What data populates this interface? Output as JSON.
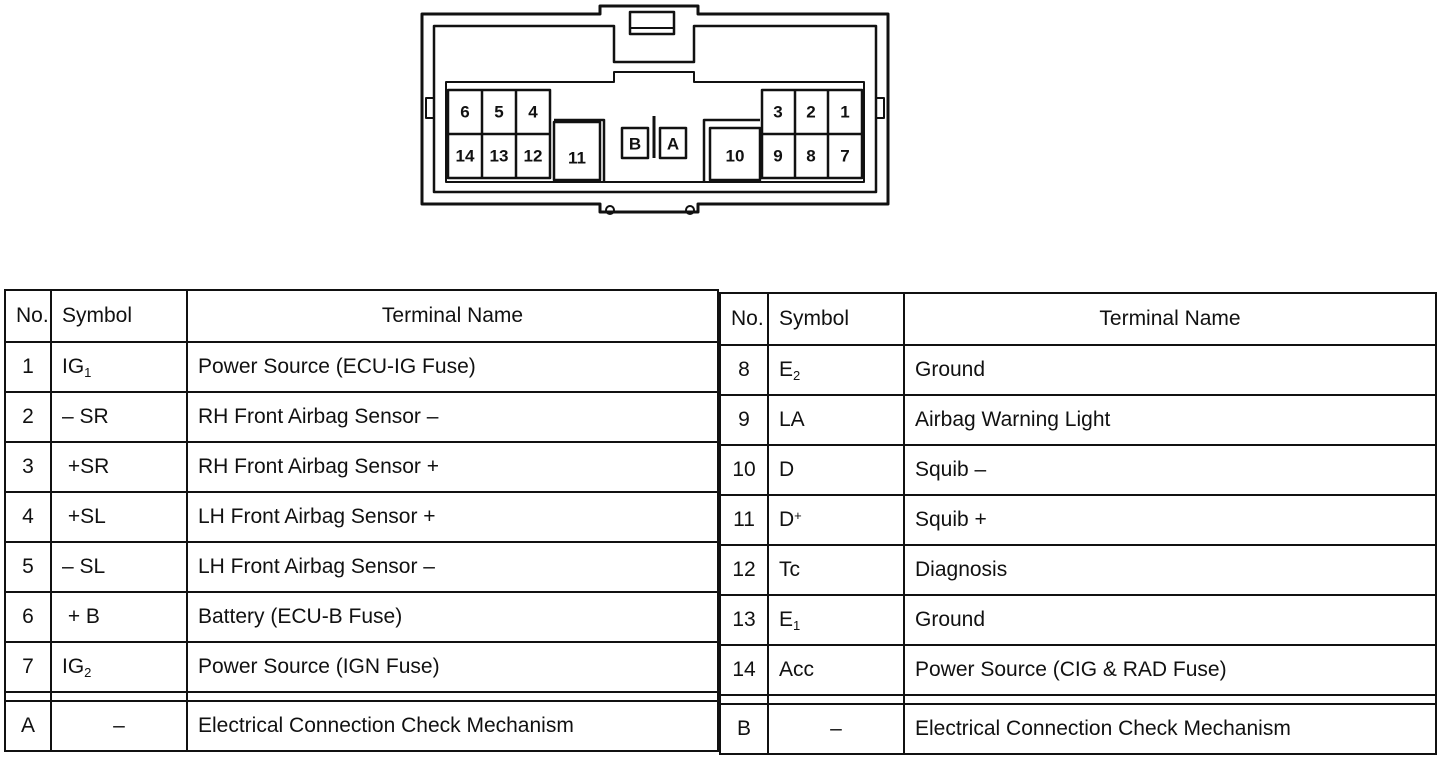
{
  "connector": {
    "pins_top_left": [
      "6",
      "5",
      "4"
    ],
    "pins_bottom_left": [
      "14",
      "13",
      "12"
    ],
    "pin_11": "11",
    "pin_b": "B",
    "pin_a": "A",
    "pin_10": "10",
    "pins_top_right": [
      "3",
      "2",
      "1"
    ],
    "pins_bottom_right": [
      "9",
      "8",
      "7"
    ]
  },
  "table_left": {
    "headers": {
      "no": "No.",
      "symbol": "Symbol",
      "name": "Terminal Name"
    },
    "rows": [
      {
        "no": "1",
        "symbol": "IG",
        "symbol_sub": "1",
        "symbol_sup": "",
        "name": "Power Source (ECU-IG Fuse)"
      },
      {
        "no": "2",
        "symbol": "– SR",
        "symbol_sub": "",
        "symbol_sup": "",
        "name": "RH Front Airbag Sensor –"
      },
      {
        "no": "3",
        "symbol": " +SR",
        "symbol_sub": "",
        "symbol_sup": "",
        "name": "RH Front Airbag Sensor +"
      },
      {
        "no": "4",
        "symbol": " +SL",
        "symbol_sub": "",
        "symbol_sup": "",
        "name": "LH Front Airbag Sensor +"
      },
      {
        "no": "5",
        "symbol": "– SL",
        "symbol_sub": "",
        "symbol_sup": "",
        "name": "LH Front Airbag Sensor –"
      },
      {
        "no": "6",
        "symbol": " + B",
        "symbol_sub": "",
        "symbol_sup": "",
        "name": "Battery (ECU-B Fuse)"
      },
      {
        "no": "7",
        "symbol": "IG",
        "symbol_sub": "2",
        "symbol_sup": "",
        "name": "Power Source (IGN Fuse)"
      }
    ],
    "extra": {
      "no": "A",
      "symbol": "–",
      "name": "Electrical Connection Check Mechanism"
    }
  },
  "table_right": {
    "headers": {
      "no": "No.",
      "symbol": "Symbol",
      "name": "Terminal Name"
    },
    "rows": [
      {
        "no": "8",
        "symbol": "E",
        "symbol_sub": "2",
        "symbol_sup": "",
        "name": "Ground"
      },
      {
        "no": "9",
        "symbol": "LA",
        "symbol_sub": "",
        "symbol_sup": "",
        "name": "Airbag Warning Light"
      },
      {
        "no": "10",
        "symbol": "D",
        "symbol_sub": "",
        "symbol_sup": "",
        "name": "Squib –"
      },
      {
        "no": "11",
        "symbol": "D",
        "symbol_sub": "",
        "symbol_sup": "+",
        "name": "Squib +"
      },
      {
        "no": "12",
        "symbol": "Tc",
        "symbol_sub": "",
        "symbol_sup": "",
        "name": "Diagnosis"
      },
      {
        "no": "13",
        "symbol": "E",
        "symbol_sub": "1",
        "symbol_sup": "",
        "name": "Ground"
      },
      {
        "no": "14",
        "symbol": "Acc",
        "symbol_sub": "",
        "symbol_sup": "",
        "name": "Power Source (CIG & RAD Fuse)"
      }
    ],
    "extra": {
      "no": "B",
      "symbol": "–",
      "name": "Electrical Connection Check Mechanism"
    }
  }
}
